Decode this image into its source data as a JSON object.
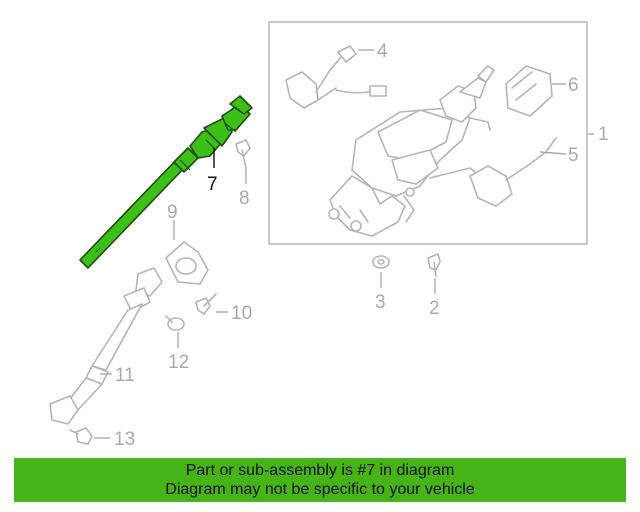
{
  "callouts": [
    {
      "id": "1",
      "label": "1"
    },
    {
      "id": "2",
      "label": "2"
    },
    {
      "id": "3",
      "label": "3"
    },
    {
      "id": "4",
      "label": "4"
    },
    {
      "id": "5",
      "label": "5"
    },
    {
      "id": "6",
      "label": "6"
    },
    {
      "id": "7",
      "label": "7"
    },
    {
      "id": "8",
      "label": "8"
    },
    {
      "id": "9",
      "label": "9"
    },
    {
      "id": "10",
      "label": "10"
    },
    {
      "id": "11",
      "label": "11"
    },
    {
      "id": "12",
      "label": "12"
    },
    {
      "id": "13",
      "label": "13"
    }
  ],
  "highlighted_part": "7",
  "colors": {
    "highlight": "#3cbf16",
    "banner": "#46b317",
    "ghost": "#b5b5b5"
  },
  "banner": {
    "line1": "Part or sub-assembly is #7 in diagram",
    "line2": "Diagram may not be specific to your vehicle"
  }
}
